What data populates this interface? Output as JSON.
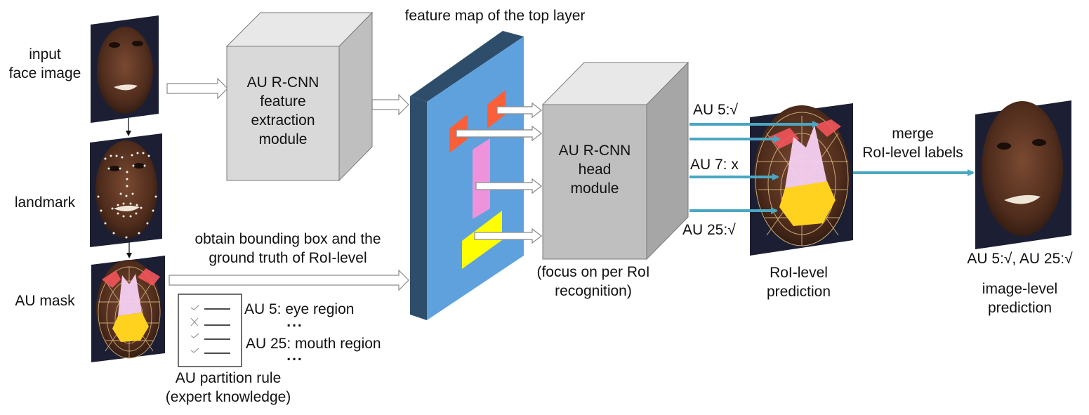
{
  "colors": {
    "feature_map_face": "#5fa1dd",
    "feature_map_side": "#2e4d6b",
    "eye_roi": "#fa5f38",
    "nose_roi": "#ef92dc",
    "mouth_roi": "#ffff00",
    "module_front": "#d9d9d9",
    "prediction_arrow": "#4aa7c2",
    "skin": "#5a3322"
  },
  "left_column": {
    "input_face_label": [
      "input",
      "face image"
    ],
    "landmark_label": "landmark",
    "au_mask_label": "AU mask"
  },
  "feature_module": {
    "lines": [
      "AU R-CNN",
      "feature",
      "extraction",
      "module"
    ]
  },
  "feature_map": {
    "title": "feature map of the top layer"
  },
  "bbox_annotation": {
    "lines": [
      "obtain bounding box and the",
      "ground truth of RoI-level"
    ]
  },
  "partition_rule": {
    "checklist_marks": [
      "check",
      "cross",
      "check",
      "check"
    ],
    "rules": [
      "AU 5: eye region",
      "...",
      "AU 25: mouth region",
      "..."
    ],
    "caption": [
      "AU partition rule",
      "(expert knowledge)"
    ]
  },
  "head_module": {
    "lines": [
      "AU R-CNN",
      "head",
      "module"
    ],
    "caption": [
      "(focus on per RoI",
      "recognition)"
    ]
  },
  "roi_predictions": [
    {
      "label": "AU 5:√"
    },
    {
      "label": "AU 7: x"
    },
    {
      "label": "AU 25:√"
    }
  ],
  "roi_level": {
    "caption": [
      "RoI-level",
      "prediction"
    ]
  },
  "merge": {
    "lines": [
      "merge",
      "RoI-level labels"
    ]
  },
  "image_level": {
    "result": "AU 5:√, AU 25:√",
    "caption": [
      "image-level",
      "prediction"
    ]
  }
}
